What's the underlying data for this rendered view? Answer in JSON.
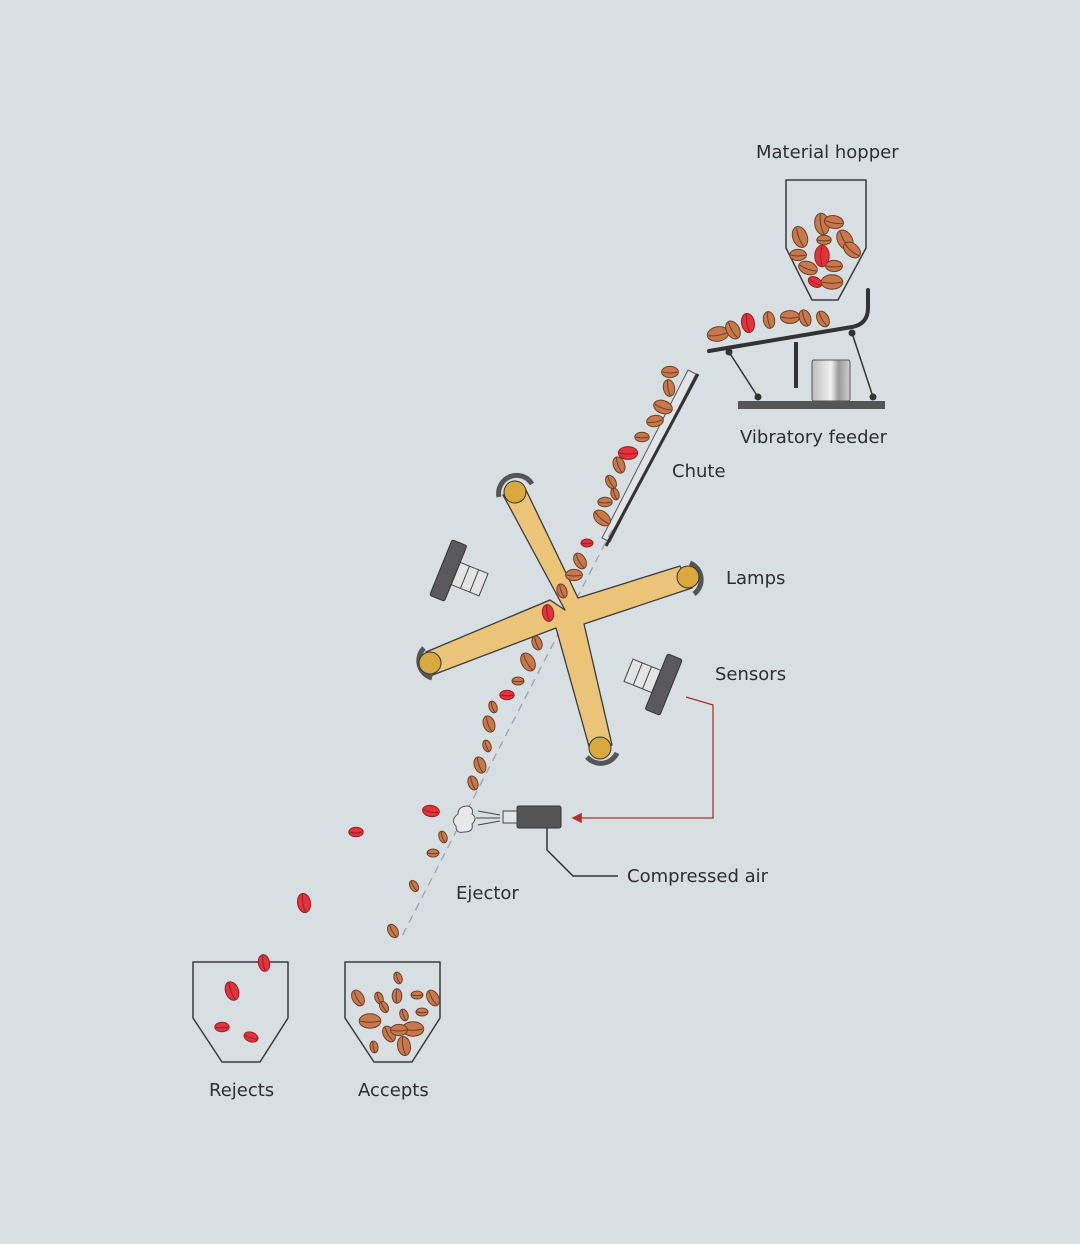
{
  "labels": {
    "material_hopper": "Material hopper",
    "vibratory_feeder": "Vibratory feeder",
    "chute": "Chute",
    "lamps": "Lamps",
    "sensors": "Sensors",
    "compressed_air": "Compressed air",
    "ejector": "Ejector",
    "rejects": "Rejects",
    "accepts": "Accepts"
  },
  "colors": {
    "background": "#d8dfe2",
    "bean": "#c8784c",
    "bean_defect": "#e2323c",
    "outline": "#333336",
    "frame": "#e9c27a",
    "signal": "#b03030"
  }
}
